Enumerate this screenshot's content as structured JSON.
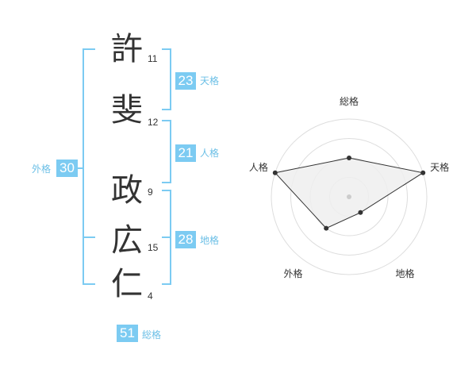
{
  "name_chart": {
    "characters": [
      {
        "char": "許",
        "strokes": "11"
      },
      {
        "char": "斐",
        "strokes": "12"
      },
      {
        "char": "政",
        "strokes": "9"
      },
      {
        "char": "広",
        "strokes": "15"
      },
      {
        "char": "仁",
        "strokes": "4"
      }
    ],
    "fortunes": {
      "tenkaku": {
        "value": "23",
        "label": "天格"
      },
      "jinkaku": {
        "value": "21",
        "label": "人格"
      },
      "chikaku": {
        "value": "28",
        "label": "地格"
      },
      "gaikaku": {
        "value": "30",
        "label": "外格"
      },
      "soukaku": {
        "value": "51",
        "label": "総格"
      }
    },
    "colors": {
      "accent": "#7ccbf2",
      "label": "#6bbfe6",
      "text": "#333333"
    }
  },
  "chart_data": {
    "type": "radar",
    "axes": [
      "総格",
      "天格",
      "地格",
      "外格",
      "人格"
    ],
    "values": [
      0.5,
      1.0,
      0.25,
      0.5,
      1.0
    ],
    "rings": 4,
    "range": [
      0,
      1
    ],
    "colors": {
      "ring": "#dddddd",
      "fill": "#efefef",
      "stroke": "#333333",
      "point": "#333333",
      "center": "#cccccc"
    }
  }
}
